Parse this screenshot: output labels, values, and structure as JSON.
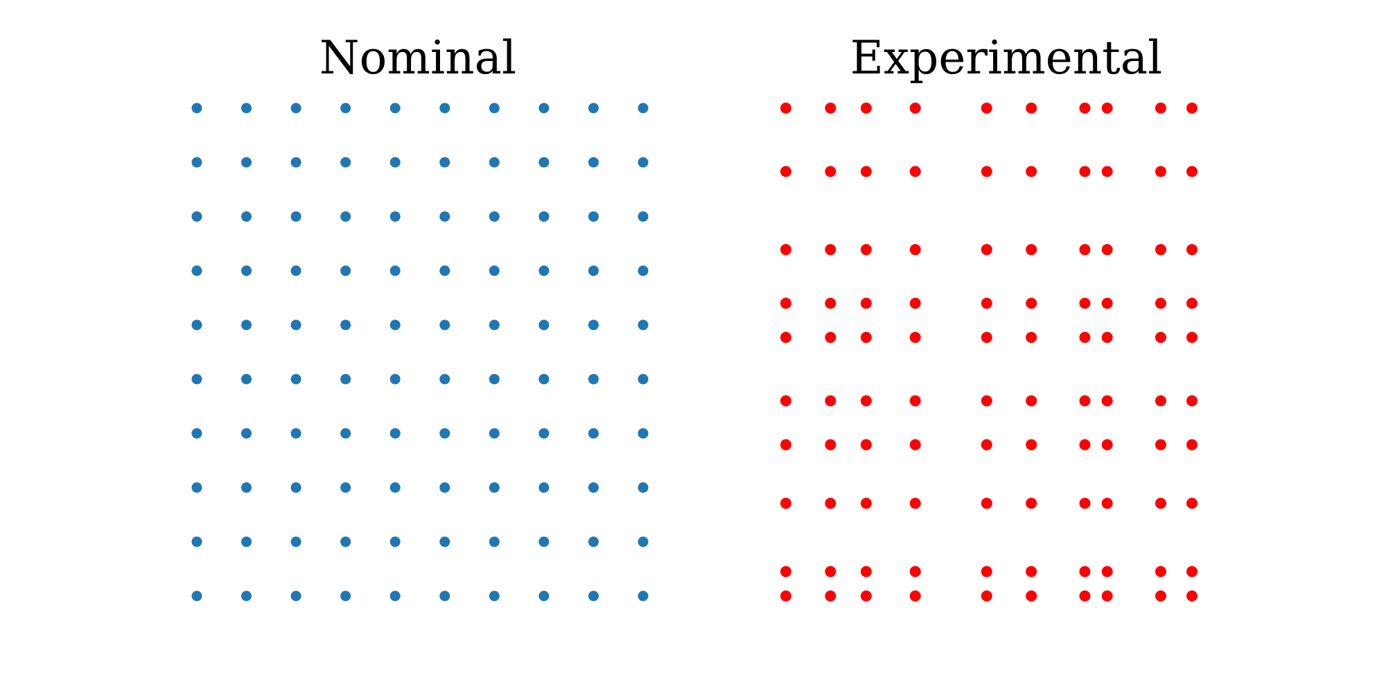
{
  "chart_data": [
    {
      "type": "scatter",
      "title": "Nominal",
      "color": "#1f77b4",
      "grid": false,
      "axes_visible": false,
      "x": [
        0,
        1,
        2,
        3,
        4,
        5,
        6,
        7,
        8,
        9
      ],
      "y": [
        0,
        1,
        2,
        3,
        4,
        5,
        6,
        7,
        8,
        9
      ]
    },
    {
      "type": "scatter",
      "title": "Experimental",
      "color": "#ff0000",
      "grid": false,
      "axes_visible": false,
      "x": [
        0,
        1,
        1.8,
        2.9,
        4.5,
        5.5,
        6.7,
        7.2,
        8.4,
        9.1
      ],
      "y": [
        0,
        1.3,
        2.9,
        4.0,
        4.7,
        6.0,
        6.9,
        8.1,
        9.5,
        10.0
      ]
    }
  ]
}
